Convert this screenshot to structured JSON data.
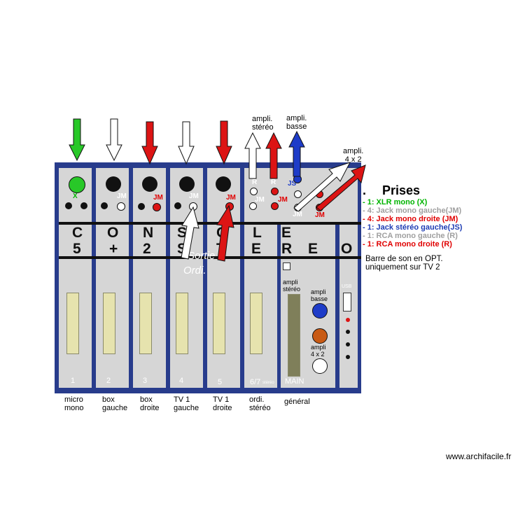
{
  "strip_labels": {
    "c1": "micro\nmono",
    "c2": "box\ngauche",
    "c3": "box\ndroite",
    "c4": "TV 1\ngauche",
    "c5": "TV 1\ndroite",
    "c6": "ordi.\nstéréo",
    "c7": "général"
  },
  "jack_tags": {
    "x": "X",
    "jm": "JM",
    "r": "R",
    "js": "JS"
  },
  "channel_numbers": [
    "1",
    "2",
    "3",
    "4",
    "5",
    "6/7",
    "stéréo",
    "MAIN"
  ],
  "console_word": {
    "row1": [
      "C",
      "O",
      "N",
      "S",
      "O",
      "L",
      "E"
    ],
    "row2": [
      "5",
      "+",
      "2",
      "S",
      "T",
      "E",
      "R",
      "E",
      "O"
    ]
  },
  "overlay_text": {
    "sortie": "Sortie",
    "ordi": "Ordi."
  },
  "top_labels": {
    "ampli_stereo": "ampli.\nstéréo",
    "ampli_basse": "ampli.\nbasse",
    "ampli_4x2": "ampli.\n4 x 2"
  },
  "main_section": {
    "ampli_stereo": "ampli\nstéréo",
    "ampli_basse": "ampli\nbasse",
    "ampli_4x2": "ampli\n4 x 2",
    "usb": "USB"
  },
  "legend": {
    "dot": ".",
    "title": "Prises",
    "items": [
      {
        "text": "- 1: XLR mono (X)",
        "color": "#00b400"
      },
      {
        "text": "- 4: Jack mono gauche(JM)",
        "color": "#a0a0a0"
      },
      {
        "text": "- 4: Jack mono droite (JM)",
        "color": "#e00000"
      },
      {
        "text": "- 1: Jack stéréo gauche(JS)",
        "color": "#1e3cb4"
      },
      {
        "text": "- 1: RCA mono gauche (R)",
        "color": "#a0a0a0"
      },
      {
        "text": "- 1: RCA mono droite (R)",
        "color": "#e00000"
      }
    ]
  },
  "note": "Barre de son en OPT.\nuniquement sur TV 2",
  "watermark": "www.archifacile.fr",
  "colors": {
    "console_blue": "#283c8c",
    "strip_grey": "#d6d6d6",
    "green": "#28c828",
    "red": "#dc1414",
    "blue": "#1e3cc8",
    "white": "#ffffff",
    "fader": "#e6e3ae"
  }
}
